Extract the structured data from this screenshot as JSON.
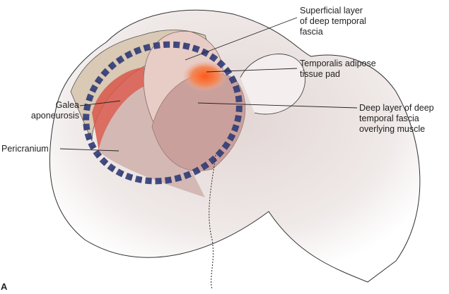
{
  "panel_letter": "A",
  "labels": {
    "superficial": "Superficial layer\nof deep temporal\nfascia",
    "adipose": "Temporalis adipose\ntissue pad",
    "galea": "Galea\naponeurosis",
    "deep_layer": "Deep layer of deep\ntemporal fascia\noverlying muscle",
    "pericranium": "Pericranium"
  },
  "colors": {
    "tissue": "#d9a5a0",
    "fat": "#f0602a",
    "clamp": "#2f3c78",
    "muscle": "#d8574a"
  }
}
